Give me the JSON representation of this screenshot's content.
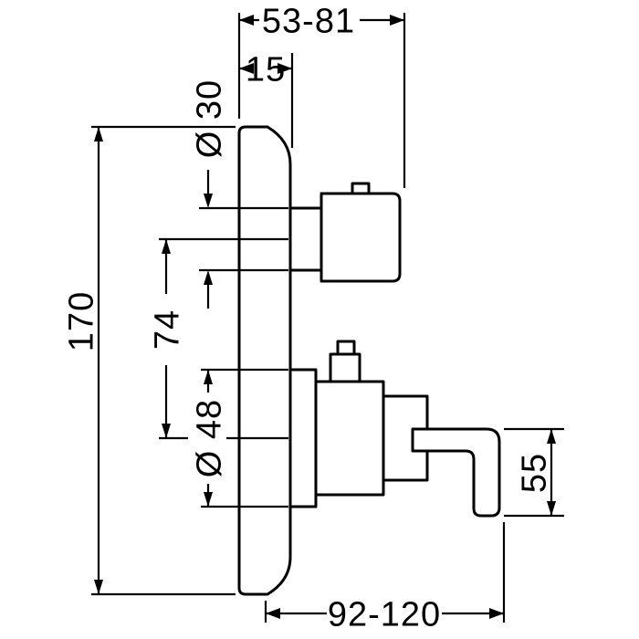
{
  "diagram": {
    "background": "#ffffff",
    "line_color": "#000000",
    "dims": {
      "top_depth_range": "53-81",
      "plate_thickness": "15",
      "knob_sleeve_diameter": "Ø 30",
      "plate_height": "170",
      "center_distance": "74",
      "valve_sleeve_diameter": "Ø 48",
      "lever_drop": "55",
      "total_depth_range": "92-120"
    }
  }
}
